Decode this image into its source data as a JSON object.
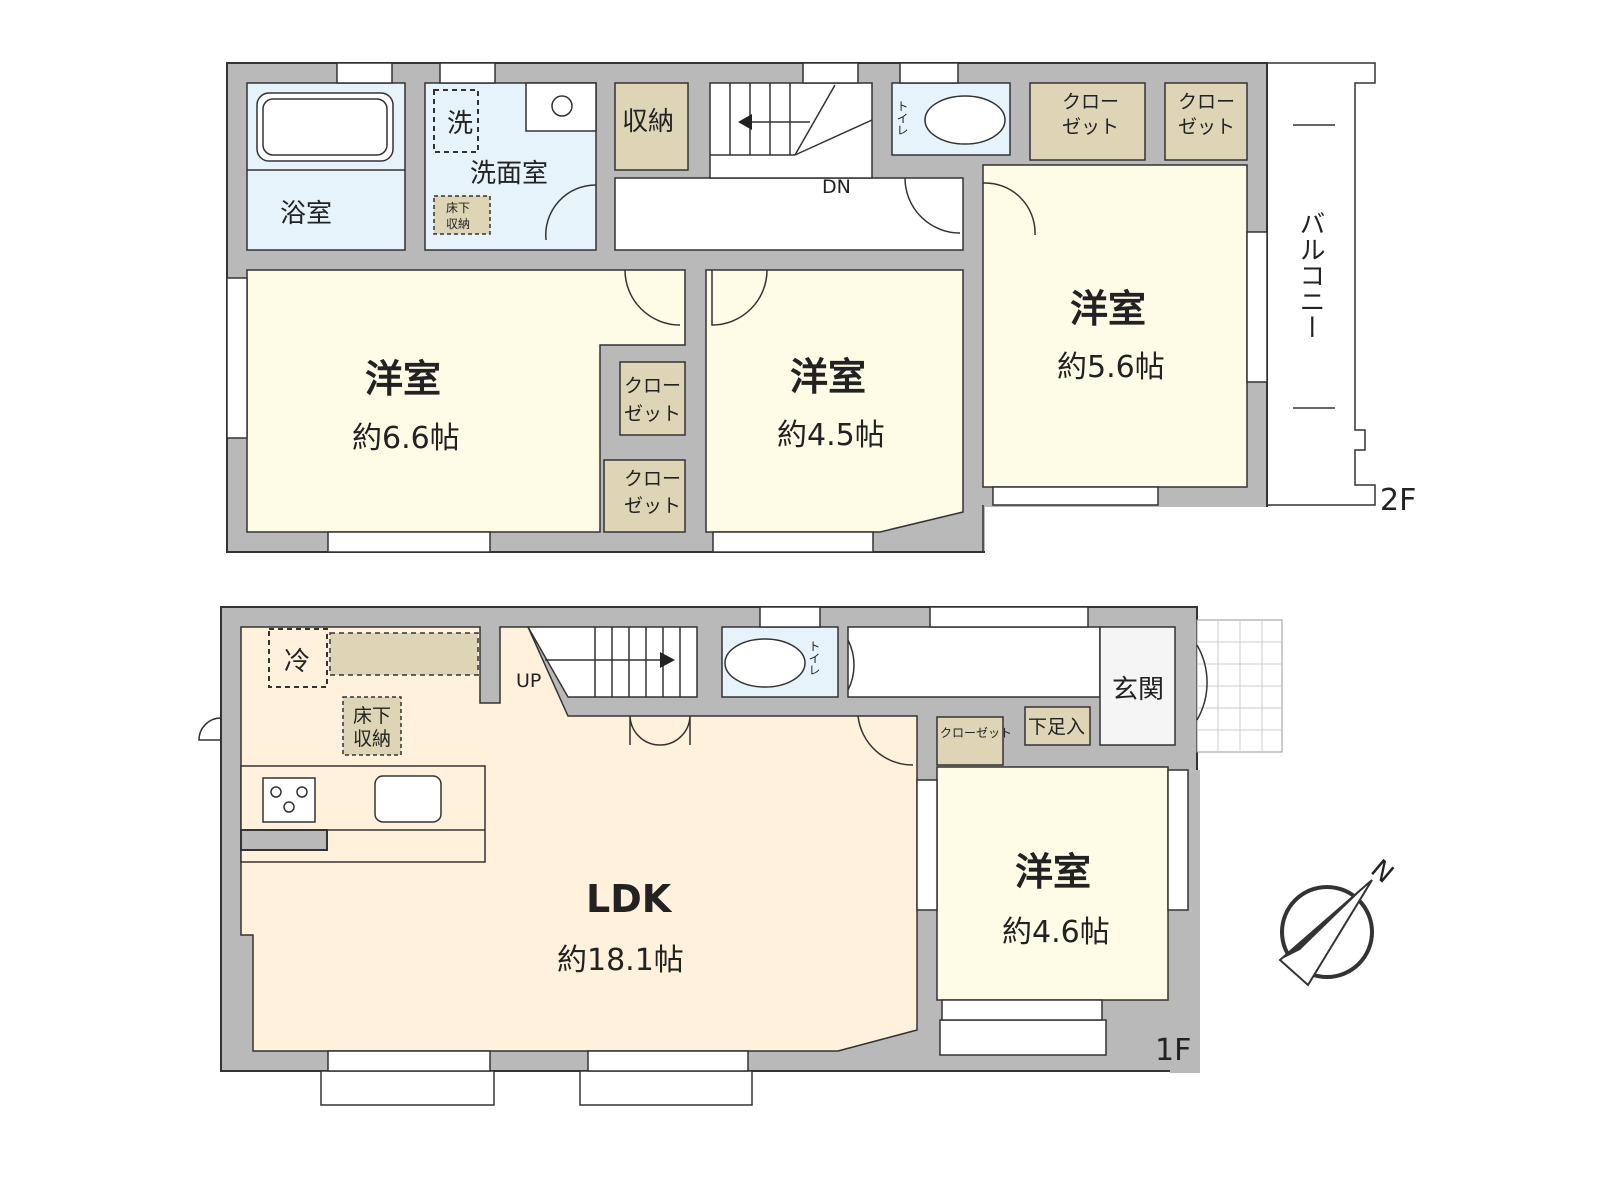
{
  "floor2": {
    "label": "2F",
    "bath": "浴室",
    "washroom": "洗面室",
    "washer": "洗",
    "underfloor": [
      "床下",
      "収納"
    ],
    "storage": "収納",
    "stairs": "DN",
    "toilet": "トイレ",
    "closet": [
      "クロー",
      "ゼット"
    ],
    "balcony": "バルコニー",
    "rooms": [
      {
        "name": "洋室",
        "area": "約6.6帖"
      },
      {
        "name": "洋室",
        "area": "約4.5帖"
      },
      {
        "name": "洋室",
        "area": "約5.6帖"
      }
    ]
  },
  "floor1": {
    "label": "1F",
    "fridge": "冷",
    "underfloor": [
      "床下",
      "収納"
    ],
    "stairs": "UP",
    "toilet": "トイレ",
    "entrance": "玄関",
    "shoe": "下足入",
    "closet": "クローゼット",
    "rooms": [
      {
        "name": "LDK",
        "area": "約18.1帖"
      },
      {
        "name": "洋室",
        "area": "約4.6帖"
      }
    ]
  },
  "compass": {
    "north": "N"
  },
  "colors": {
    "wall": "#b9b9b9",
    "room": "#fefbe6",
    "ldk": "#fff1dc",
    "wet": "#e7f3fb",
    "storage": "#ddd5b6"
  }
}
